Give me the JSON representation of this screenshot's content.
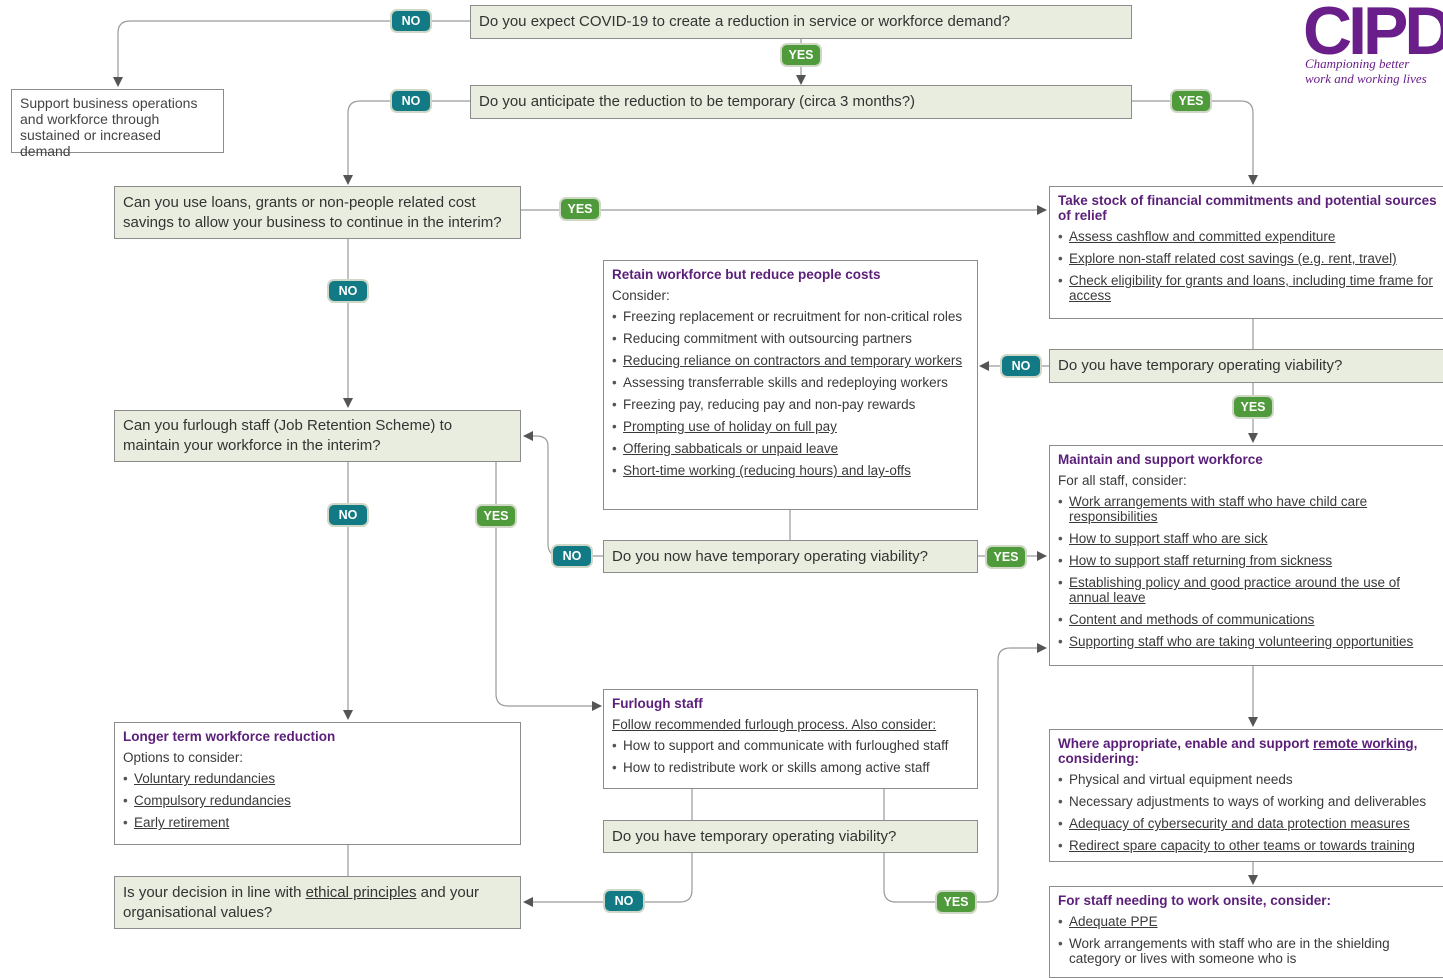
{
  "logo": {
    "text": "CIPD",
    "tagline_line1": "Championing better",
    "tagline_line2": "work and working lives"
  },
  "q1": "Do you expect COVID-19 to create a reduction in service or workforce demand?",
  "q2": "Do you anticipate the reduction to be temporary (circa 3 months?)",
  "support_ops": "Support business operations and workforce through sustained or increased demand",
  "q3": "Can you use loans, grants or non-people related cost savings to allow your business to continue in the interim?",
  "q4": "Can you furlough staff (Job Retention Scheme) to maintain your workforce in the interim?",
  "q5": "Do you now have temporary operating viability?",
  "q6": "Do you have temporary operating viability?",
  "q7": "Do you have temporary operating viability?",
  "q8": {
    "before": "Is your decision in line with ",
    "link": "ethical principles",
    "after": " and your organisational values?"
  },
  "labels": {
    "yes": "YES",
    "no": "NO"
  },
  "stock": {
    "title": "Take stock of financial commitments and potential sources of relief",
    "items": [
      "Assess cashflow and committed expenditure",
      "Explore non-staff related cost savings (e.g. rent, travel)",
      "Check eligibility for grants and loans, including time frame for access"
    ]
  },
  "retain": {
    "title": "Retain workforce but reduce people costs",
    "lead": "Consider:",
    "items": [
      {
        "text": "Freezing replacement or recruitment for non-critical roles",
        "link": false
      },
      {
        "text": "Reducing commitment with outsourcing  partners",
        "link": false
      },
      {
        "text": "Reducing reliance on contractors and temporary workers",
        "link": true
      },
      {
        "text": "Assessing transferrable skills and redeploying workers",
        "link": false
      },
      {
        "text": "Freezing pay, reducing pay and non-pay rewards",
        "link": false
      },
      {
        "text": "Prompting use of holiday on full pay",
        "link": true
      },
      {
        "text": "Offering sabbaticals or unpaid leave",
        "link": true
      },
      {
        "text": "Short-time working (reducing hours) and lay-offs",
        "link": true
      }
    ]
  },
  "maintain": {
    "title": "Maintain and support workforce",
    "lead": "For all staff, consider:",
    "items": [
      "Work arrangements with staff who have child care responsibilities",
      "How to support staff who are sick",
      "How to support staff returning from sickness",
      "Establishing policy and good practice around the use of annual leave",
      "Content and methods of communications",
      "Supporting staff who are taking volunteering opportunities"
    ]
  },
  "longer": {
    "title": "Longer term workforce reduction",
    "lead": "Options to consider:",
    "items": [
      "Voluntary redundancies",
      "Compulsory redundancies",
      "Early retirement"
    ]
  },
  "furlough": {
    "title": "Furlough staff",
    "lead": "Follow recommended furlough process. Also consider:",
    "items": [
      "How to support and communicate with furloughed staff",
      "How to redistribute work or skills among active staff"
    ]
  },
  "remote": {
    "title_before": "Where appropriate, enable and support ",
    "title_link": "remote working",
    "title_after": ", considering:",
    "items": [
      {
        "text": "Physical and virtual equipment needs",
        "link": false
      },
      {
        "text": "Necessary adjustments to ways of working and deliverables",
        "link": false
      },
      {
        "text": "Adequacy of cybersecurity and data protection measures",
        "link": true
      },
      {
        "text": "Redirect spare capacity to other teams or towards training",
        "link": true
      }
    ]
  },
  "onsite": {
    "title": "For staff needing to work onsite, consider:",
    "items": [
      {
        "text": "Adequate PPE",
        "link": true
      },
      {
        "text": "Work arrangements with staff who are in the shielding category or lives with someone who is",
        "link": false
      }
    ]
  }
}
